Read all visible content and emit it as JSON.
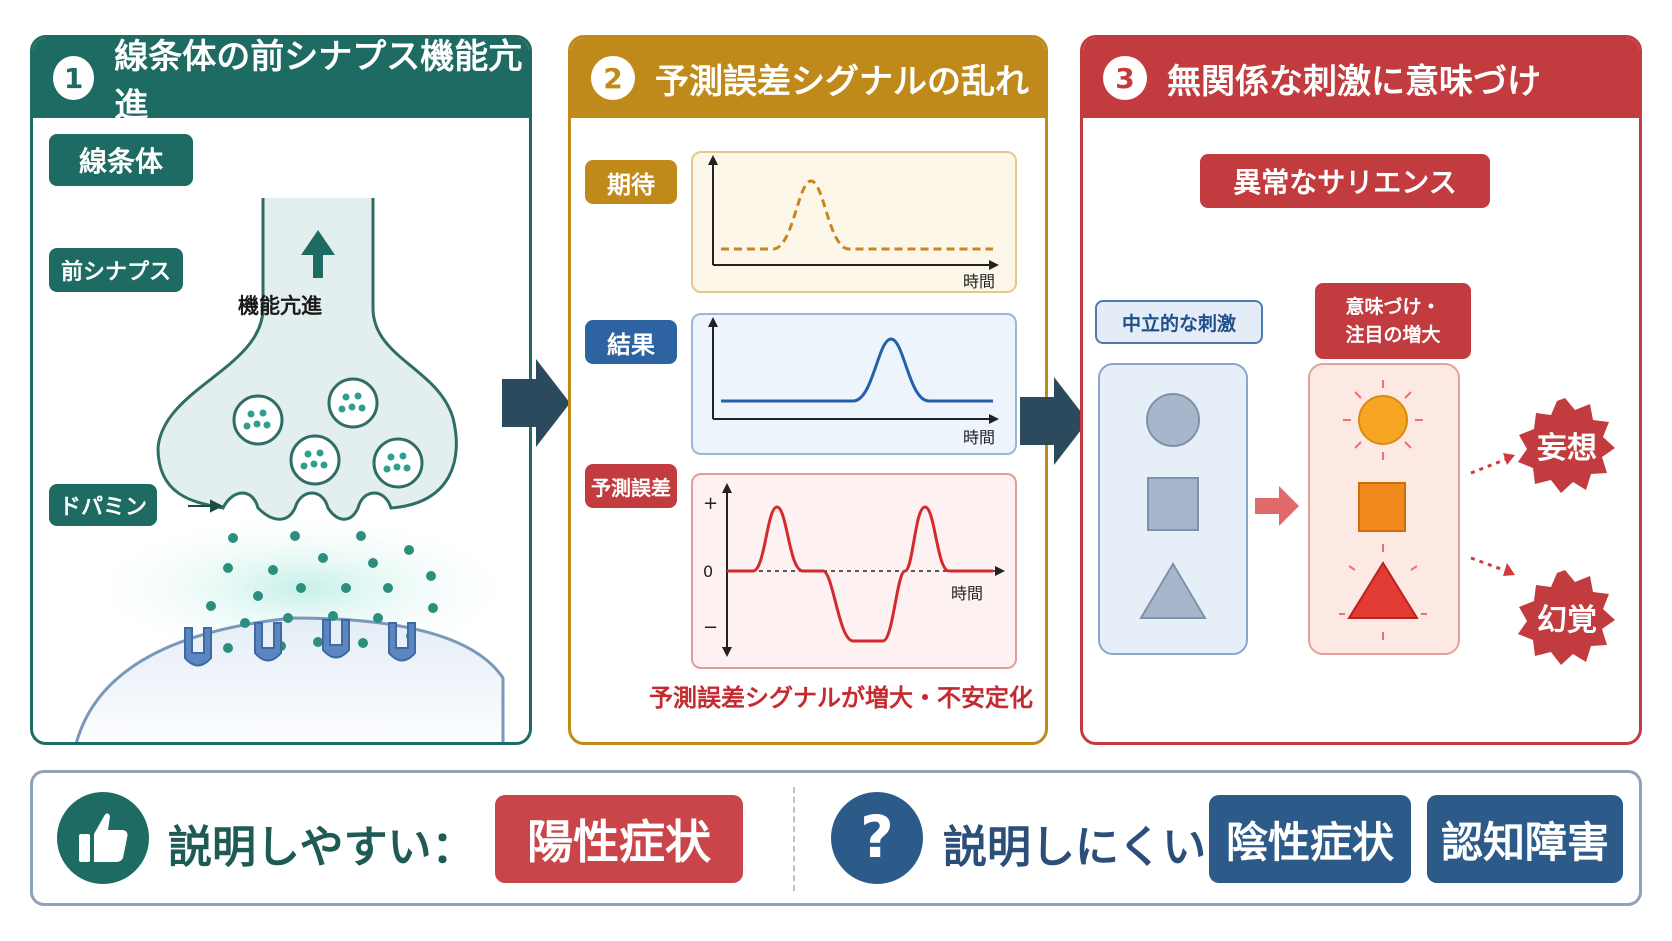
{
  "colors": {
    "panel1": "#1e6b63",
    "panel2": "#c08a1a",
    "panel3": "#c23b3e",
    "arrow": "#2b4a5e",
    "positive": "#c9454a",
    "negative": "#2c5b8a"
  },
  "panel1": {
    "number": "1",
    "title": "線条体の前シナプス機能亢進",
    "label_striatum": "線条体",
    "label_presynapse": "前シナプス",
    "label_dopamine": "ドパミン",
    "label_hyperfunction": "機能亢進"
  },
  "panel2": {
    "number": "2",
    "title": "予測誤差シグナルの乱れ",
    "label_expect": "期待",
    "label_result": "結果",
    "label_error": "予測誤差",
    "time_label": "時間",
    "plus": "+",
    "zero": "0",
    "minus": "−",
    "caption": "予測誤差シグナルが増大・不安定化"
  },
  "panel3": {
    "number": "3",
    "title": "無関係な刺激に意味づけ",
    "banner": "異常なサリエンス",
    "label_neutral": "中立的な刺激",
    "label_meaning_1": "意味づけ・",
    "label_meaning_2": "注目の増大",
    "delusion": "妄想",
    "hallucination": "幻覚"
  },
  "bottom": {
    "easy_label": "説明しやすい：",
    "positive": "陽性症状",
    "question_mark": "?",
    "hard_label": "説明しにくい：",
    "negative": "陰性症状",
    "cognitive": "認知障害"
  },
  "icons": [
    "thumbs-up-icon",
    "question-icon",
    "up-arrow-icon",
    "right-arrow-icon"
  ]
}
